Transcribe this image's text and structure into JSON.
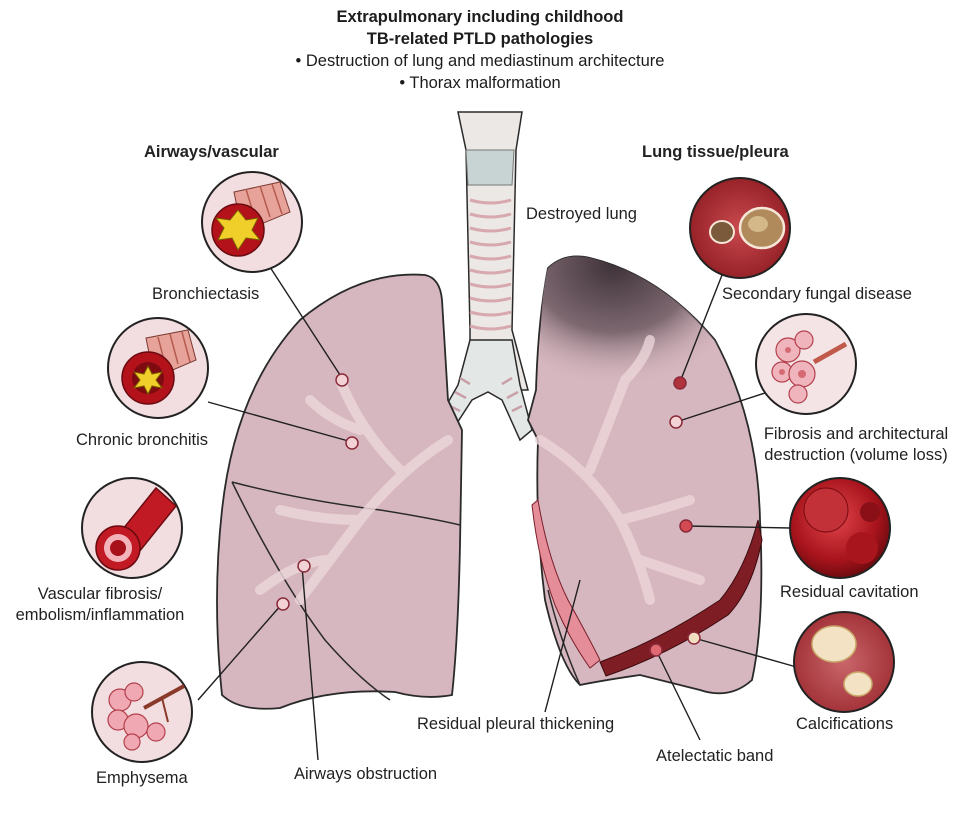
{
  "header": {
    "title_line1": "Extrapulmonary including childhood",
    "title_line2": "TB-related PTLD pathologies",
    "bullets": [
      "• Destruction of lung and mediastinum architecture",
      "• Thorax malformation"
    ]
  },
  "left_column": {
    "heading": "Airways/vascular",
    "items": [
      {
        "label": "Bronchiectasis"
      },
      {
        "label": "Chronic bronchitis"
      },
      {
        "label_line1": "Vascular fibrosis/",
        "label_line2": "embolism/inflammation"
      },
      {
        "label": "Emphysema"
      }
    ]
  },
  "right_column": {
    "heading": "Lung tissue/pleura",
    "items": [
      {
        "label": "Secondary fungal disease"
      },
      {
        "label_line1": "Fibrosis and architectural",
        "label_line2": "destruction (volume loss)"
      },
      {
        "label": "Residual cavitation"
      },
      {
        "label": "Calcifications"
      }
    ]
  },
  "lung_labels": {
    "destroyed_lung": "Destroyed lung",
    "airways_obstruction": "Airways obstruction",
    "residual_pleural_thickening": "Residual pleural thickening",
    "atelectatic_band": "Atelectatic band"
  },
  "colors": {
    "lung_pink": "#d9b8c0",
    "lung_outline": "#2a2a2a",
    "destroyed_dark": "#4a3a42",
    "marker_fill": "#f3d2d6",
    "marker_stroke": "#8a2a3a",
    "blood_red": "#b3121b",
    "trachea_white": "#e8e4e2"
  }
}
